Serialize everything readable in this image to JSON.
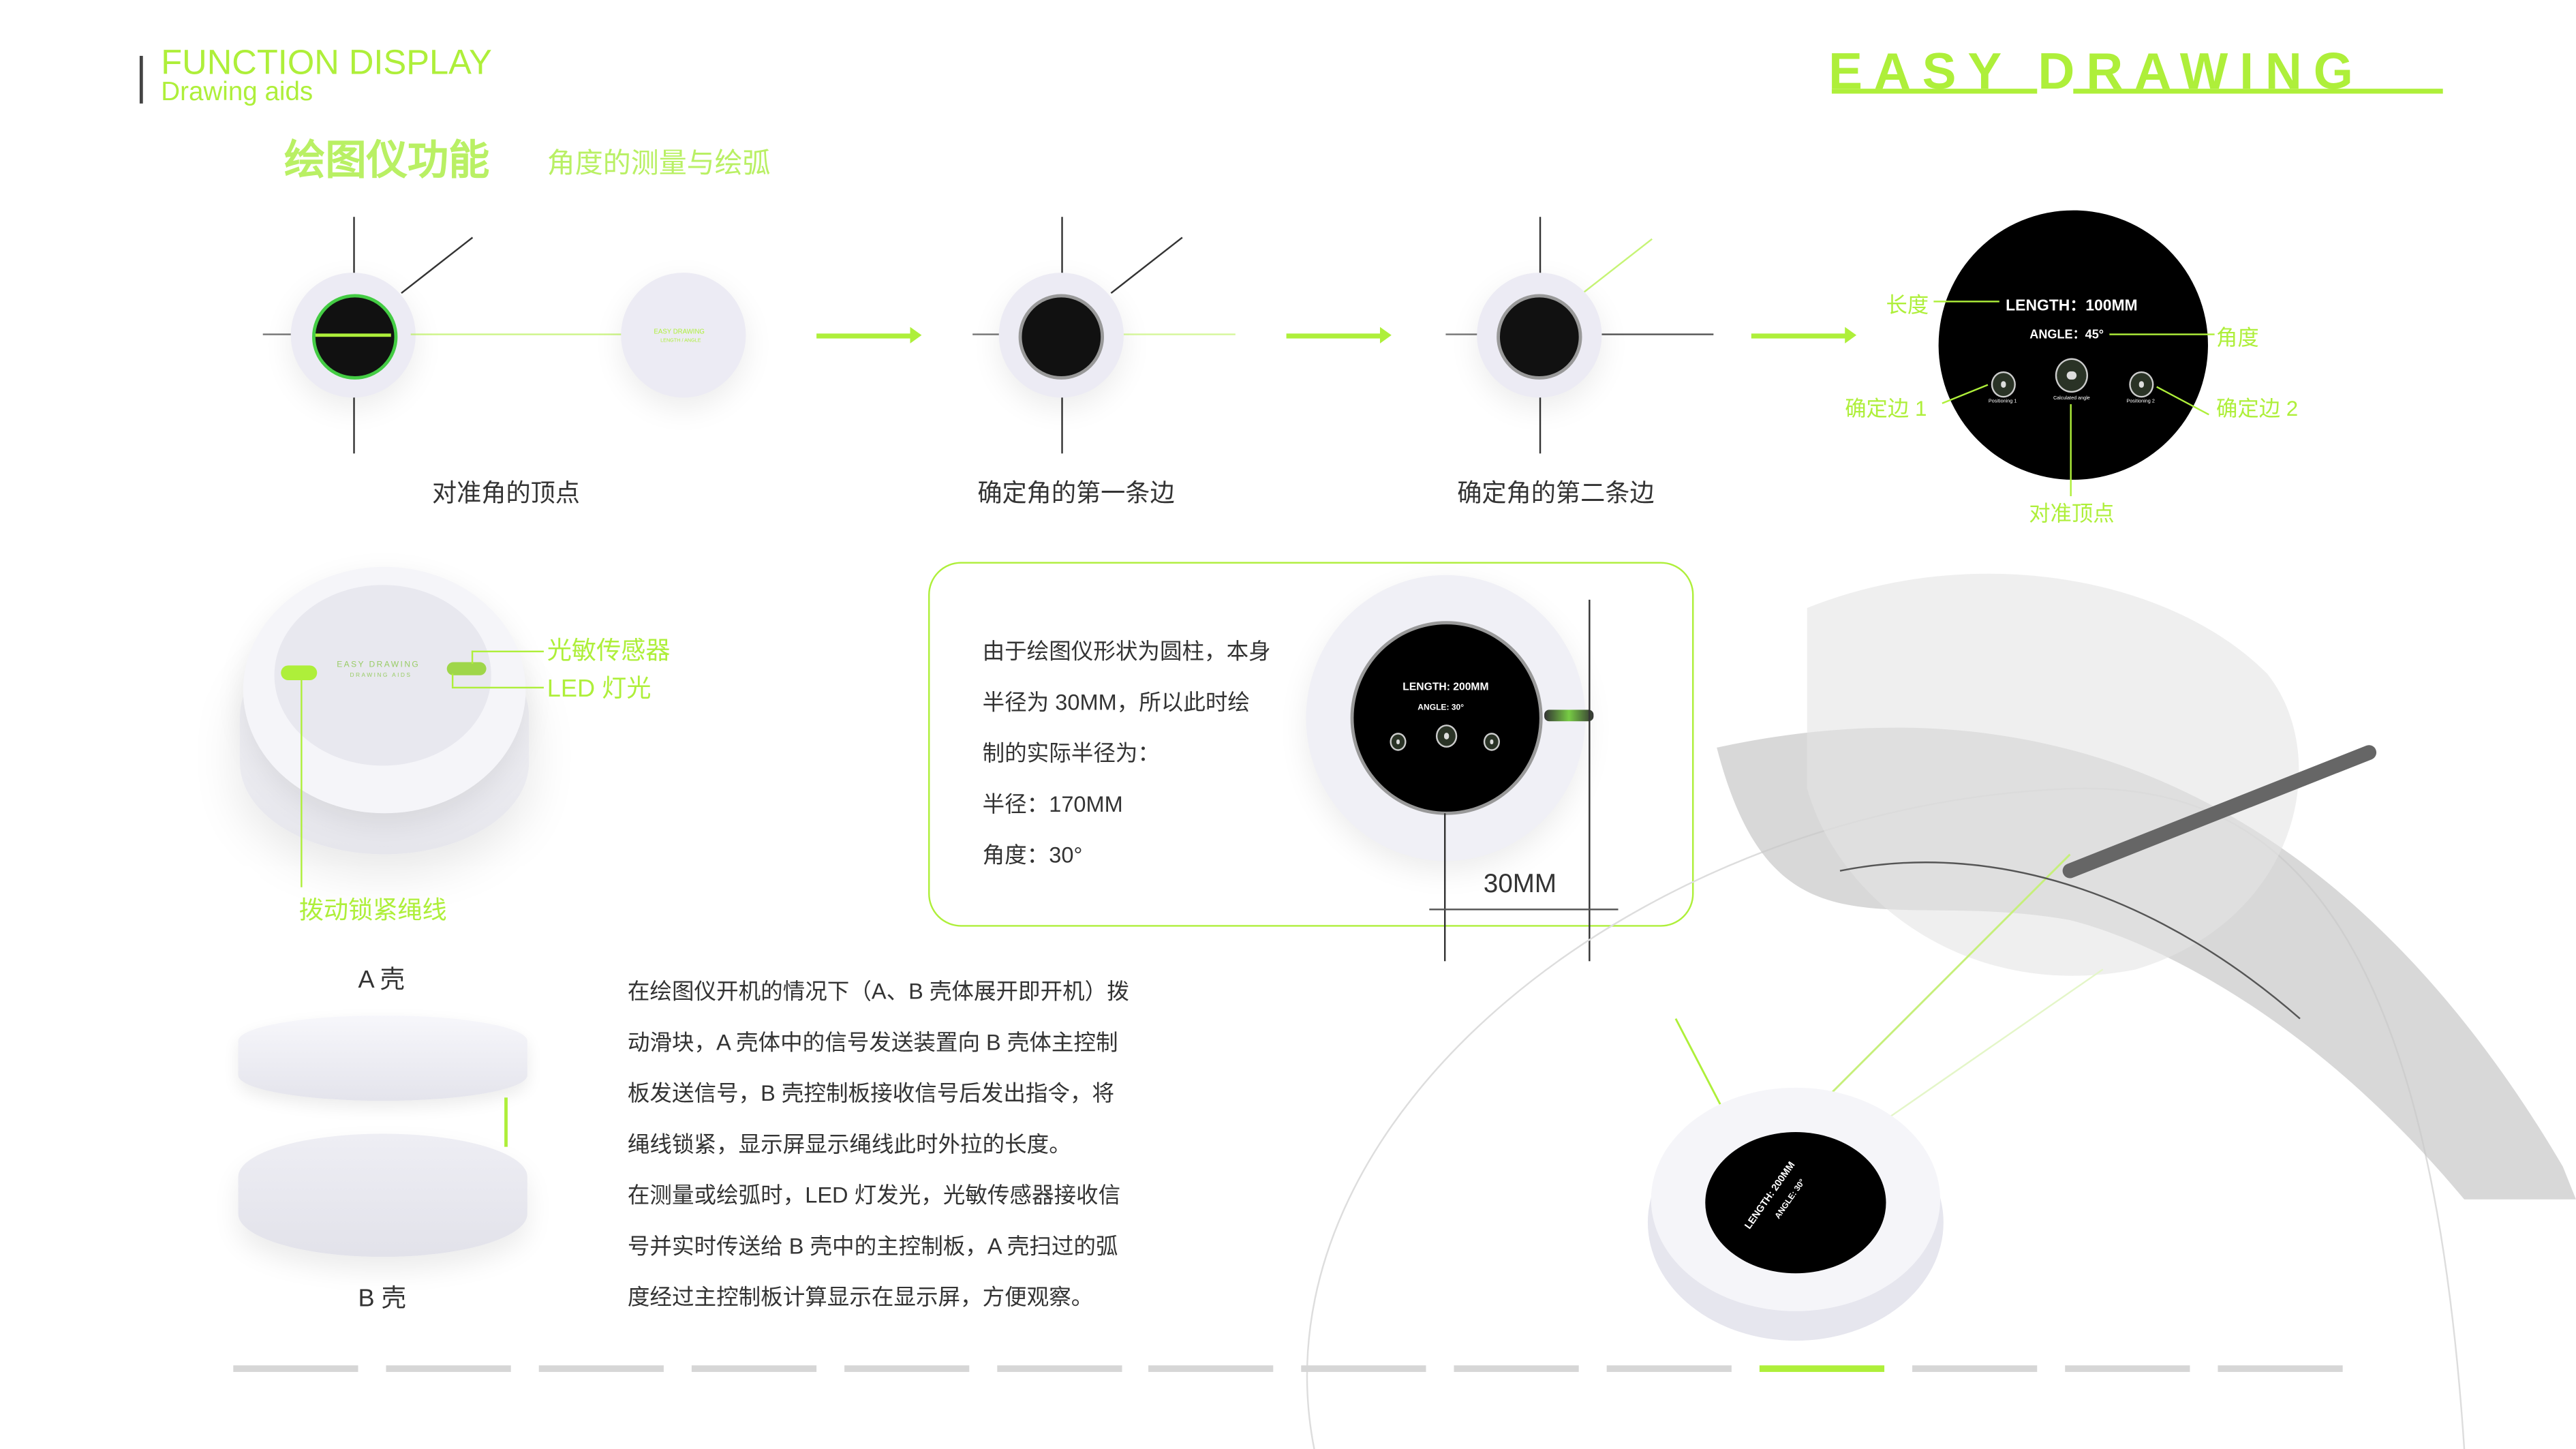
{
  "header": {
    "title": "FUNCTION DISPLAY",
    "subtitle": "Drawing aids",
    "logo": "EASY DRAWING"
  },
  "section": {
    "title": "绘图仪功能",
    "subtitle": "角度的测量与绘弧"
  },
  "steps": [
    {
      "label": "对准角的顶点"
    },
    {
      "label": "确定角的第一条边"
    },
    {
      "label": "确定角的第二条边"
    }
  ],
  "display": {
    "length": "LENGTH：100MM",
    "angle": "ANGLE：45°",
    "buttons": [
      "Positioning 1",
      "Calculated angle",
      "Positioning 2"
    ],
    "callouts": {
      "length": "长度",
      "angle": "角度",
      "edge1": "确定边 1",
      "edge2": "确定边 2",
      "vertex": "对准顶点"
    }
  },
  "device_lid": {
    "brand": "EASY DRAWING",
    "sub": "DRAWING AIDS",
    "sub2": "LENGTH / ANGLE"
  },
  "device_callouts": {
    "sensor": "光敏传感器",
    "led": "LED 灯光",
    "lock": "拨动锁紧绳线"
  },
  "shells": {
    "a": "A 壳",
    "b": "B 壳"
  },
  "radius_box": {
    "lines": [
      "由于绘图仪形状为圆柱，本身",
      "半径为 30MM，所以此时绘",
      "制的实际半径为：",
      "半径：170MM",
      "角度：30°"
    ],
    "screen_length": "LENGTH: 200MM",
    "screen_angle": "ANGLE: 30°",
    "dimension": "30MM"
  },
  "description": [
    "在绘图仪开机的情况下（A、B 壳体展开即开机）拨",
    "动滑块，A 壳体中的信号发送装置向 B 壳体主控制",
    "板发送信号，B 壳控制板接收信号后发出指令，将",
    "绳线锁紧，显示屏显示绳线此时外拉的长度。",
    "在测量或绘弧时，LED 灯发光，光敏传感器接收信",
    "号并实时传送给 B 壳中的主控制板，A 壳扫过的弧",
    "度经过主控制板计算显示在显示屏，方便观察。"
  ],
  "hand_device": {
    "length": "LENGTH: 200MM",
    "angle": "ANGLE: 30°"
  },
  "pagination": {
    "total": 14,
    "current": 11
  },
  "colors": {
    "accent": "#aeef3a",
    "text": "#333333",
    "track": "#d6d6d6"
  }
}
